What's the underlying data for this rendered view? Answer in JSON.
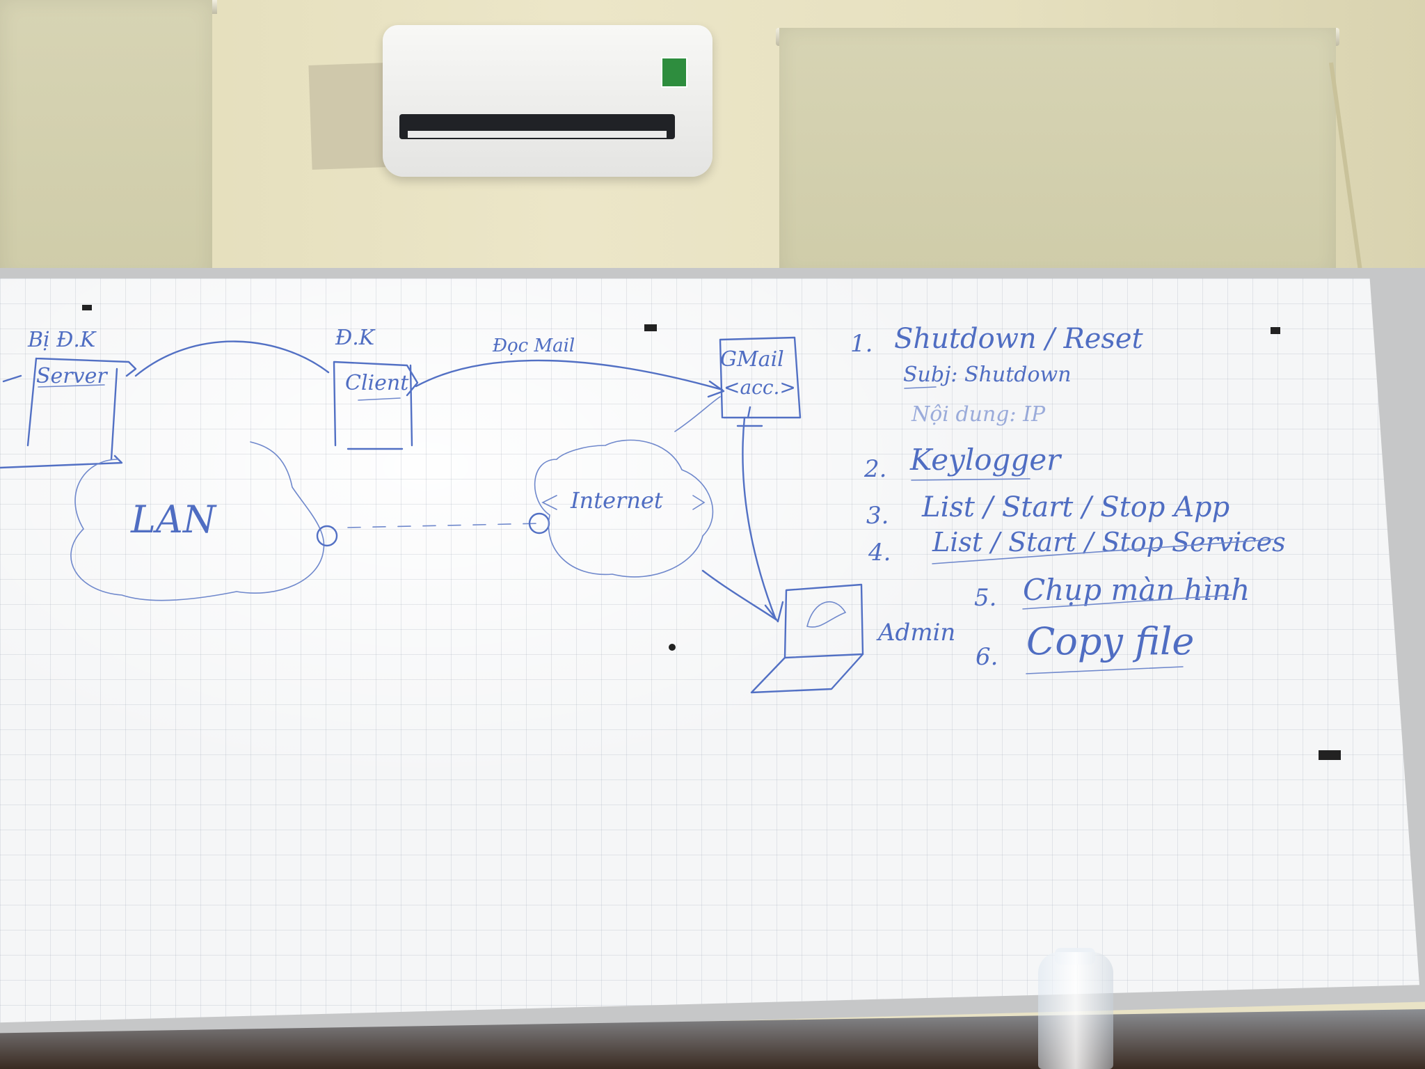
{
  "board": {
    "diagram": {
      "server_top_label": "Bị Đ.K",
      "server_label": "Server",
      "client_top_label": "Đ.K",
      "client_label": "Client",
      "mail_label": "Đọc Mail",
      "gmail_title": "GMail",
      "gmail_sub": "<acc.>",
      "lan_label": "LAN",
      "internet_label": "Internet",
      "admin_label": "Admin"
    },
    "tasks": [
      {
        "num": "1.",
        "text": "Shutdown / Reset"
      },
      {
        "num": "",
        "text": "Subj: Shutdown"
      },
      {
        "num": "",
        "text": "Nội dung: IP"
      },
      {
        "num": "2.",
        "text": "Keylogger"
      },
      {
        "num": "3.",
        "text": "List / Start / Stop App"
      },
      {
        "num": "4.",
        "text": "List / Start / Stop Services"
      },
      {
        "num": "5.",
        "text": "Chụp màn hình"
      },
      {
        "num": "6.",
        "text": "Copy file"
      }
    ]
  },
  "colors": {
    "marker_ink": "#5270c4",
    "board": "#f5f6f7",
    "wall": "#e9e3c6"
  }
}
